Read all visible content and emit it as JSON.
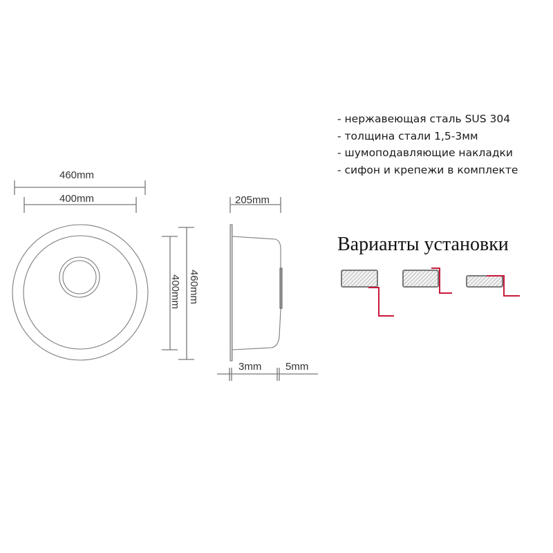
{
  "top_view": {
    "outer_width_label": "460mm",
    "inner_width_label": "400mm",
    "outer_height_label": "460mm",
    "inner_height_label": "400mm"
  },
  "side_view": {
    "depth_label": "205mm",
    "rim_thickness_label": "3mm",
    "drain_offset_label": "5mm"
  },
  "specs": {
    "items": [
      "- нержавеющая сталь SUS 304",
      "- толщина стали 1,5-3мм",
      "- шумоподавляющие накладки",
      "- сифон и крепежи в комплекте"
    ]
  },
  "installation": {
    "title": "Варианты установки",
    "variants": [
      {
        "name": "undermount"
      },
      {
        "name": "flush-mount"
      },
      {
        "name": "top-mount"
      }
    ]
  },
  "colors": {
    "line": "#6e6e6e",
    "mount_red": "#c8183a",
    "countertop_border": "#7a7a7a",
    "hatch": "#9a9a9a"
  }
}
